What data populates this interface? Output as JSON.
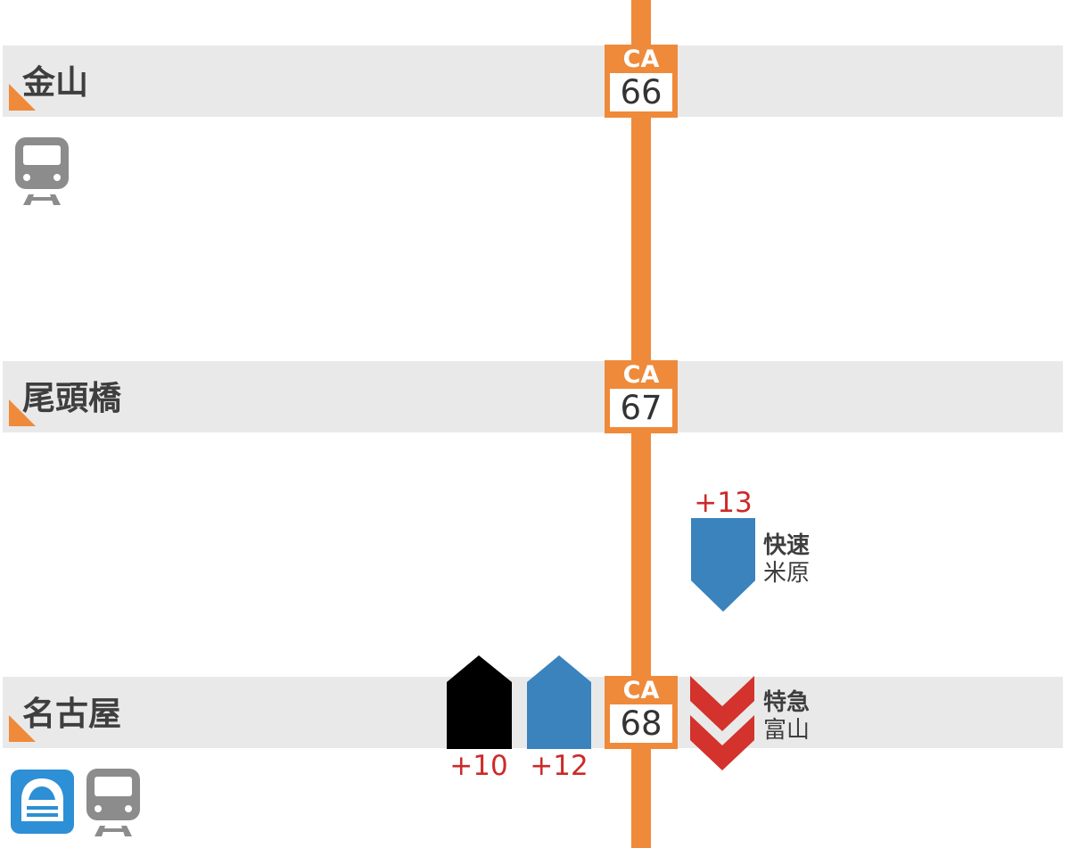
{
  "line": {
    "color": "#ef8a3a"
  },
  "stations": [
    {
      "name": "金山",
      "code_line": "CA",
      "code_number": "66",
      "services": [
        "local-train-icon"
      ]
    },
    {
      "name": "尾頭橋",
      "code_line": "CA",
      "code_number": "67",
      "services": []
    },
    {
      "name": "名古屋",
      "code_line": "CA",
      "code_number": "68",
      "services": [
        "shinkansen-icon",
        "local-train-icon"
      ]
    }
  ],
  "trains": {
    "rapid_down": {
      "delta": "+13",
      "kind": "快速",
      "destination": "米原",
      "color": "#3a83bd"
    },
    "limited_express": {
      "kind": "特急",
      "destination": "富山",
      "color": "#d3322d"
    },
    "black_up": {
      "delta": "+10",
      "color": "#000000"
    },
    "blue_up": {
      "delta": "+12",
      "color": "#3a83bd"
    }
  },
  "colors": {
    "band": "#e9e9e9",
    "station_text": "#3e3e3e",
    "delta_text": "#cc2a2a",
    "icon_gray": "#8c8c8c",
    "shinkansen_blue": "#2d8fd5"
  }
}
